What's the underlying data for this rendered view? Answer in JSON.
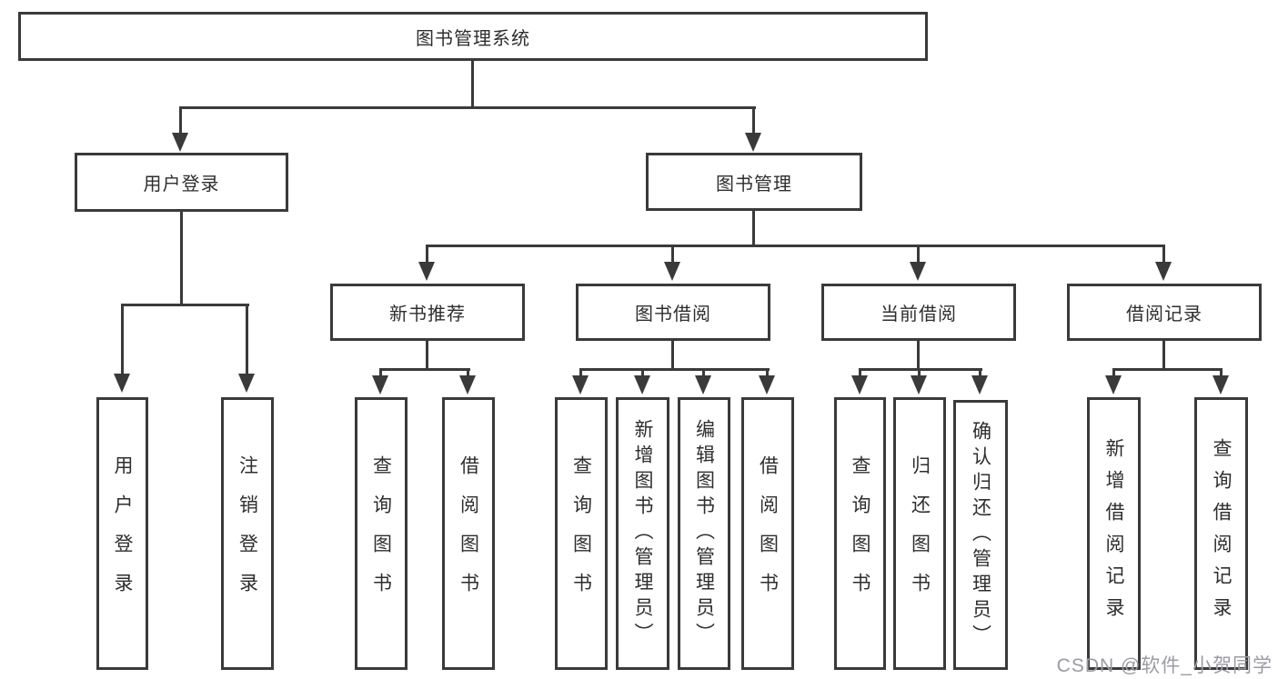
{
  "diagram": {
    "title_node": "图书管理系统",
    "level2": [
      {
        "label": "用户登录"
      },
      {
        "label": "图书管理"
      }
    ],
    "level3": [
      {
        "label": "新书推荐"
      },
      {
        "label": "图书借阅"
      },
      {
        "label": "当前借阅"
      },
      {
        "label": "借阅记录"
      }
    ],
    "leaves": [
      {
        "parent": "用户登录",
        "label": "用户登录"
      },
      {
        "parent": "用户登录",
        "label": "注销登录"
      },
      {
        "parent": "新书推荐",
        "label": "查询图书"
      },
      {
        "parent": "新书推荐",
        "label": "借阅图书"
      },
      {
        "parent": "图书借阅",
        "label": "查询图书"
      },
      {
        "parent": "图书借阅",
        "label": "新增图书（管理员）"
      },
      {
        "parent": "图书借阅",
        "label": "编辑图书（管理员）"
      },
      {
        "parent": "图书借阅",
        "label": "借阅图书"
      },
      {
        "parent": "当前借阅",
        "label": "查询图书"
      },
      {
        "parent": "当前借阅",
        "label": "归还图书"
      },
      {
        "parent": "当前借阅",
        "label": "确认归还（管理员）"
      },
      {
        "parent": "借阅记录",
        "label": "新增借阅记录"
      },
      {
        "parent": "借阅记录",
        "label": "查询借阅记录"
      }
    ]
  },
  "watermark": {
    "text": "CSDN @软件_小贺同学"
  },
  "colors": {
    "line": "#3a3a3a",
    "text": "#2e2e2e",
    "background": "#ffffff",
    "watermark": "#9b9ba3"
  }
}
